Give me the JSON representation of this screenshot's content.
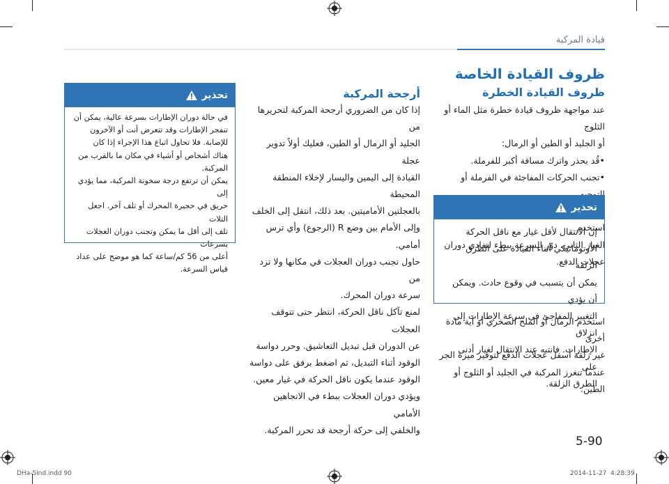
{
  "header": {
    "chapter": "قيادة المركبة"
  },
  "section": {
    "title": "ظروف القيادة الخاصة",
    "subtitle": "ظروف القيادة الخطرة"
  },
  "right_column": {
    "intro_lines": [
      "عند مواجهة ظروف قيادة خطرة مثل الماء أو الثلوج",
      "أو الجليد أو الطين أو الرمال:",
      "•قُد بحذر واترك مسافة أكبر للفرملة.",
      "•تجنب الحركات المفاجئة في الفرملة أو التوجيه.",
      "•عند الانزلاق في الثلوج أو الطين أو الرمال، استخدم",
      "الغيار الثاني. دوّر السرعة ببطء لتفادي دوران",
      "عجلات الدفع."
    ],
    "outro_lines": [
      "استخدم الرمال أو الملح الصخري أو أية مادة أخرى",
      "غير زلقة أسفل عجلات الدفع لتوفير ميزة الجر",
      "عندما تنغرز المركبة في الجليد أو الثلوج أو الطين."
    ]
  },
  "right_warning": {
    "label": "تحذير",
    "lines": [
      "إن الانتقال لأقل غيار مع ناقل الحركة",
      "الأوتوماتيكي أثناء القيادة على الطرق الزلقة",
      "يمكن أن يتسبب في وقوع حادث. ويمكن أن يؤدي",
      "التغيير المفاجئ في سرعة الإطارات إلى انزلاق",
      "الإطارات. فانتبه عند الانتقال لغيار أدنى على",
      "الطرق الزلقة."
    ]
  },
  "middle_column": {
    "subtitle": "أرجحة المركبة",
    "lines": [
      "إذا كان من الضروري أرجحة المركبة لتحريرها من",
      "الجليد أو الرمال أو الطين، فعليك أولاً تدوير عجلة",
      "القيادة إلى اليمين واليسار لإخلاء المنطقة المحيطة",
      "بالعجلتين الأماميتين. بعد ذلك، انتقل إلى الخلف",
      "وإلى الأمام بين وضع R (الرجوع) وأي ترس أمامي.",
      "حاول تجنب دوران العجلات في مكانها ولا تزد من",
      "سرعة دوران المحرك.",
      "لمنع تآكل ناقل الحركة، انتظر حتى تتوقف العجلات",
      "عن الدوران قبل تبديل التعاشيق. وحرر دواسة",
      "الوقود أثناء التبديل، ثم اضغط برفق على دواسة",
      "الوقود عندما يكون ناقل الحركة في غيار معين.",
      "ويؤدي دوران العجلات ببطء في الاتجاهين الأمامي",
      "والخلفي إلى حركة أرجحة قد تحرر المركبة."
    ]
  },
  "left_warning": {
    "label": "تحذير",
    "lines": [
      "في حالة دوران الإطارات بسرعة عالية، يمكن أن",
      "تنفجر الإطارات وقد تتعرض أنت أو الآخرون",
      "للإصابة. فلا تحاول اتباع هذا الإجراء إذا كان",
      "هناك أشخاص أو أشياء في مكان ما بالقرب من",
      "المركبة.",
      "يمكن أن ترتفع درجة سخونة المركبة، مما يؤدي إلى",
      "حريق في حجيرة المحرك أو تلف آخر. اجعل التلات",
      "تلف إلى أقل ما يمكن وتجنب دوران العجلات بسرعات",
      "أعلى من 56 كم/ساعة كما هو موضح على عداد",
      "قياس السرعة."
    ]
  },
  "page_number": "5-90",
  "slug": {
    "file": "DHa-5ind.indd   90",
    "timestamp": "2014-11-27   ￼ 4:28:39"
  }
}
